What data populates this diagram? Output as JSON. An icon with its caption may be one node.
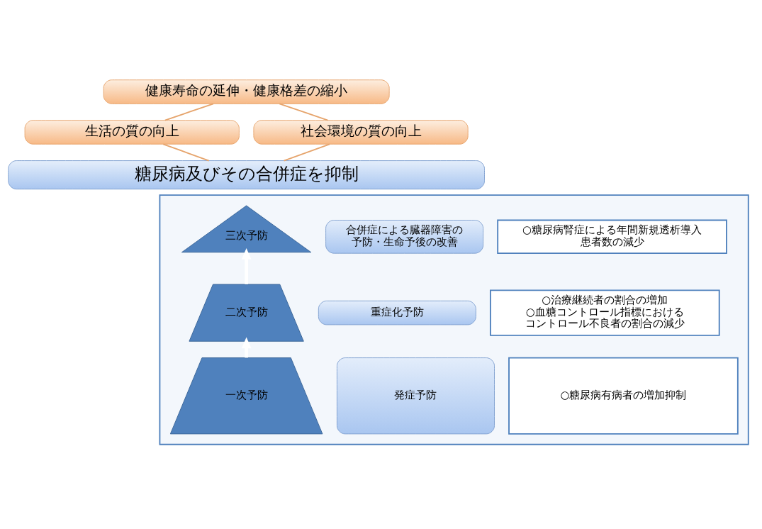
{
  "diagram": {
    "nodes": [
      {
        "text": [
          "健康寿命の延伸・健康格差の縮小"
        ]
      },
      {
        "text": [
          "生活の質の向上"
        ]
      },
      {
        "text": [
          "社会環境の質の向上"
        ]
      },
      {
        "text": [
          "糖尿病及びその合併症を抑制"
        ]
      },
      {
        "text": [],
        "shape": "box"
      },
      {
        "text": [
          "三次予防"
        ],
        "in": 4
      },
      {
        "text": [
          "合併症による臓器障害の予防・生命予後の改善"
        ],
        "in": 4
      },
      {
        "text": [
          "○糖尿病腎症による年間新規透析導入患者数の減少"
        ],
        "in": 4
      },
      {
        "text": [
          "二次予防"
        ],
        "in": 4
      },
      {
        "text": [
          "重症化予防"
        ],
        "in": 4
      },
      {
        "text": [
          "○治療継続者の割合の増加",
          "○血糖コントロール指標におけるコントロール不良者の割合の減少"
        ],
        "in": 4
      },
      {
        "text": [
          "一次予防"
        ],
        "in": 4
      },
      {
        "text": [
          "発症予防"
        ],
        "in": 4
      },
      {
        "text": [
          "○糖尿病有病者の増加抑制"
        ],
        "in": 4
      }
    ],
    "edges": [
      {
        "from": 1,
        "to": 0,
        "arrow": "none"
      },
      {
        "from": 2,
        "to": 0,
        "arrow": "none"
      },
      {
        "from": 3,
        "to": 1,
        "arrow": "none"
      },
      {
        "from": 3,
        "to": 2,
        "arrow": "none"
      },
      {
        "from": 11,
        "to": 8,
        "arrow": "to",
        "style": "thick",
        "color": "#ffffff"
      },
      {
        "from": 8,
        "to": 5,
        "arrow": "to",
        "style": "thick",
        "color": "#ffffff"
      }
    ]
  }
}
